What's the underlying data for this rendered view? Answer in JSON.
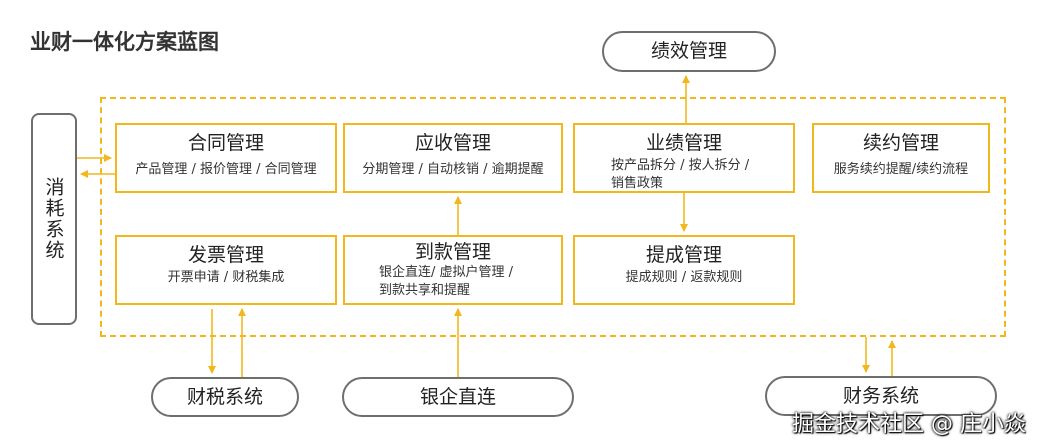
{
  "title": "业财一体化方案蓝图",
  "external": {
    "top": "绩效管理",
    "left": "消耗系统",
    "tax": "财税系统",
    "bank": "银企直连",
    "finance": "财务系统"
  },
  "modules": {
    "contract": {
      "title": "合同管理",
      "desc": "产品管理 / 报价管理 / 合同管理"
    },
    "receivable": {
      "title": "应收管理",
      "desc": "分期管理 / 自动核销 / 逾期提醒"
    },
    "performance": {
      "title": "业绩管理",
      "desc_line1": "按产品拆分 / 按人拆分 /",
      "desc_line2": "销售政策"
    },
    "renewal": {
      "title": "续约管理",
      "desc": "服务续约提醒/续约流程"
    },
    "invoice": {
      "title": "发票管理",
      "desc": "开票申请 / 财税集成"
    },
    "payment": {
      "title": "到款管理",
      "desc_line1": "银企直连/ 虚拟户管理 /",
      "desc_line2": "到款共享和提醒"
    },
    "commission": {
      "title": "提成管理",
      "desc": "提成规则 / 返款规则"
    }
  },
  "colors": {
    "accent": "#f2b71d",
    "outline": "#6e6e6e"
  },
  "watermark": "掘金技术社区 @ 庄小焱"
}
